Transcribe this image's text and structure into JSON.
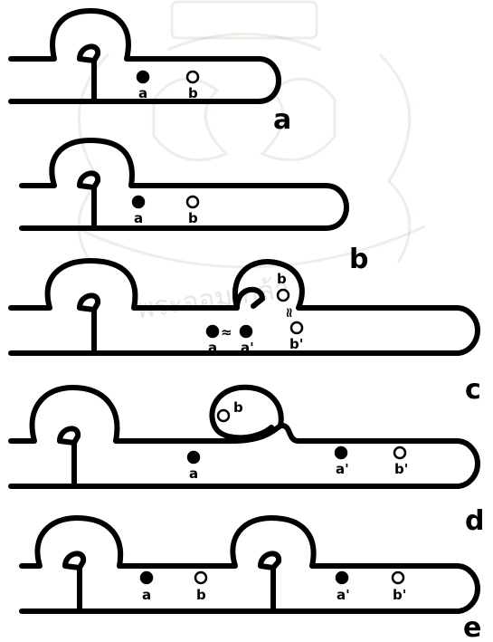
{
  "panels": [
    {
      "id": "a",
      "label": "a",
      "points": [
        {
          "label": "a",
          "type": "filled"
        },
        {
          "label": "b",
          "type": "open"
        }
      ]
    },
    {
      "id": "b",
      "label": "b",
      "points": [
        {
          "label": "a",
          "type": "filled"
        },
        {
          "label": "b",
          "type": "open"
        }
      ]
    },
    {
      "id": "c",
      "label": "c",
      "points": [
        {
          "label": "a",
          "type": "filled"
        },
        {
          "label": "a'",
          "type": "filled"
        },
        {
          "label": "b",
          "type": "open"
        },
        {
          "label": "b'",
          "type": "open"
        }
      ],
      "relations": [
        "≈",
        "≈"
      ]
    },
    {
      "id": "d",
      "label": "d",
      "points": [
        {
          "label": "a",
          "type": "filled"
        },
        {
          "label": "a'",
          "type": "filled"
        },
        {
          "label": "b'",
          "type": "open"
        },
        {
          "label": "b",
          "type": "open"
        }
      ]
    },
    {
      "id": "e",
      "label": "e",
      "points": [
        {
          "label": "a",
          "type": "filled"
        },
        {
          "label": "b",
          "type": "open"
        },
        {
          "label": "a'",
          "type": "filled"
        },
        {
          "label": "b'",
          "type": "open"
        }
      ]
    }
  ],
  "watermark": {
    "text": "พระจอมเกล้า"
  },
  "colors": {
    "line": "#000000",
    "background": "#ffffff",
    "watermark": "#6a4a2a"
  }
}
